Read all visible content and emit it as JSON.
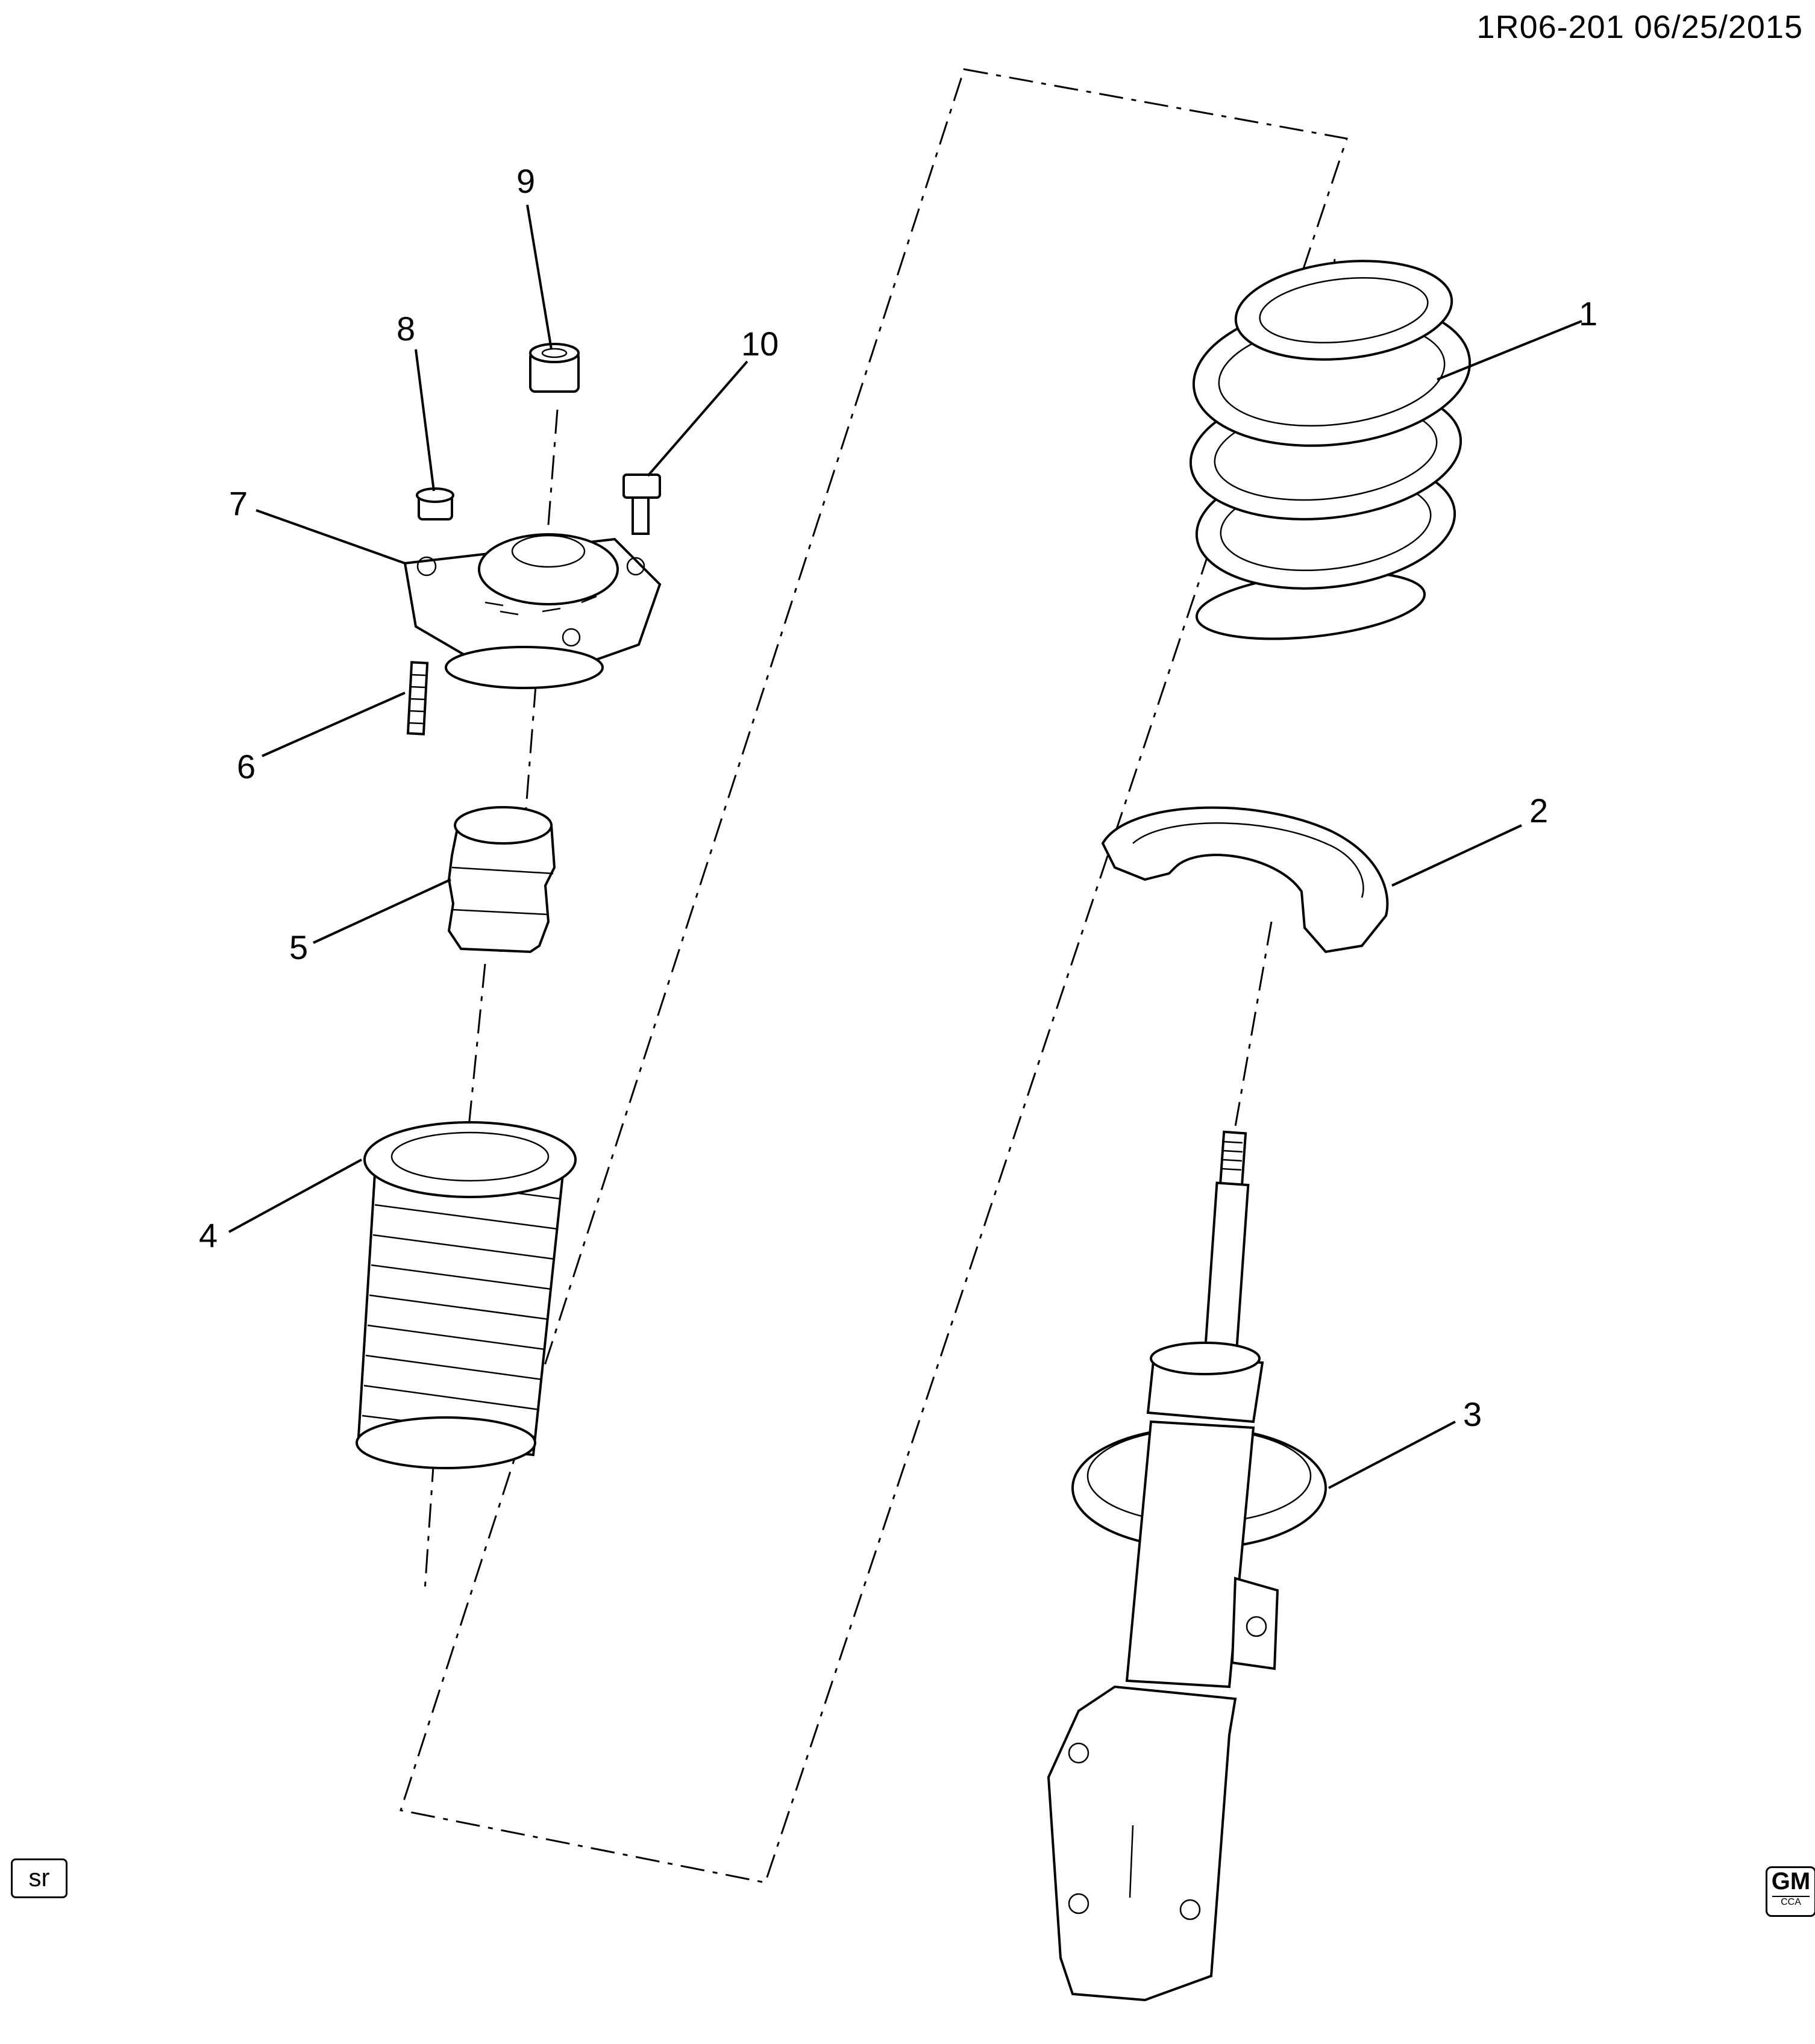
{
  "header": {
    "diagram_id": "1R06-201  06/25/2015"
  },
  "callouts": [
    {
      "id": "callout-1",
      "label": "1"
    },
    {
      "id": "callout-2",
      "label": "2"
    },
    {
      "id": "callout-3",
      "label": "3"
    },
    {
      "id": "callout-4",
      "label": "4"
    },
    {
      "id": "callout-5",
      "label": "5"
    },
    {
      "id": "callout-6",
      "label": "6"
    },
    {
      "id": "callout-7",
      "label": "7"
    },
    {
      "id": "callout-8",
      "label": "8"
    },
    {
      "id": "callout-9",
      "label": "9"
    },
    {
      "id": "callout-10",
      "label": "10"
    }
  ],
  "footer": {
    "badge_text": "sr",
    "logo_top": "GM",
    "logo_bottom": "CCA"
  }
}
